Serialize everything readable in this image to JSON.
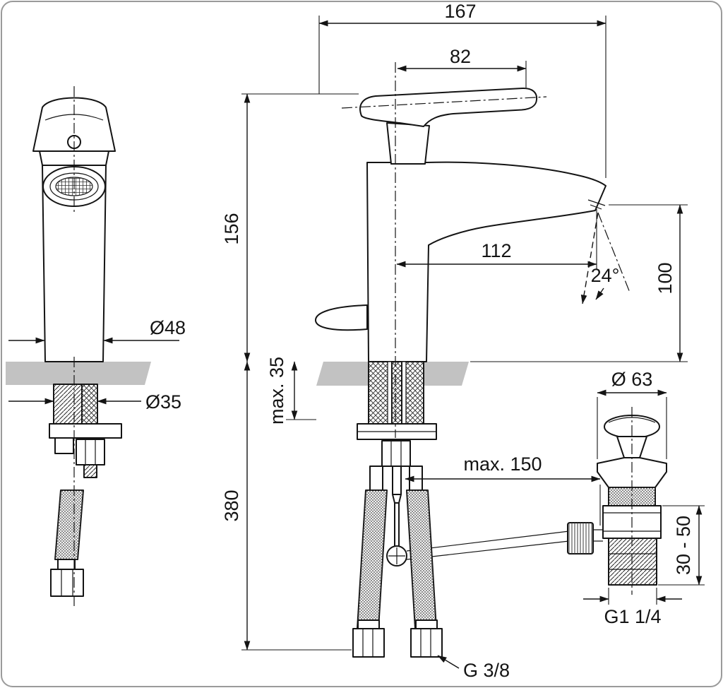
{
  "colors": {
    "line": "#141414",
    "deck_gray": "#c2c2c2",
    "background": "#ffffff"
  },
  "dimensions": {
    "total_length": "167",
    "handle_length": "82",
    "height_above_deck": "156",
    "spout_reach": "112",
    "spray_angle": "24°",
    "outlet_height": "100",
    "body_diameter": "Ø48",
    "mounting_hole": "Ø35",
    "max_deck_thickness": "max. 35",
    "below_deck_height": "380",
    "max_rod_reach": "max. 150",
    "waste_flange_diameter": "Ø 63",
    "waste_depth_range": "30 - 50",
    "waste_thread": "G1 1/4",
    "supply_hose_thread": "G 3/8"
  }
}
